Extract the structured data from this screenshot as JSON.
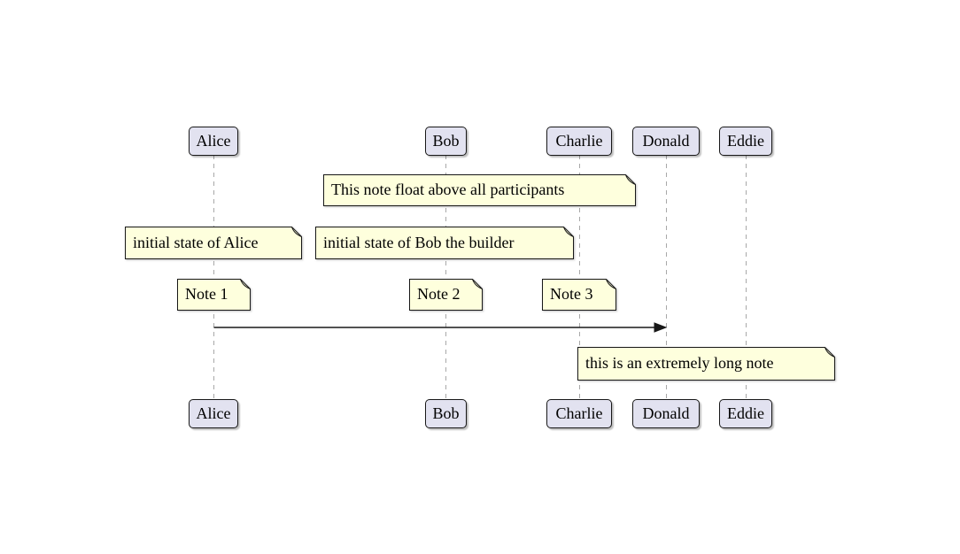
{
  "diagram": {
    "kind": "sequence-diagram",
    "participants": [
      {
        "name": "Alice"
      },
      {
        "name": "Bob"
      },
      {
        "name": "Charlie"
      },
      {
        "name": "Donald"
      },
      {
        "name": "Eddie"
      }
    ],
    "notes": [
      {
        "text": "This note float above all participants"
      },
      {
        "text": "initial state of Alice"
      },
      {
        "text": "initial state of Bob the builder"
      },
      {
        "text": "Note 1"
      },
      {
        "text": "Note 2"
      },
      {
        "text": "Note 3"
      },
      {
        "text": "this is an extremely long note"
      }
    ],
    "messages": [
      {
        "from": "Alice",
        "to": "Donald"
      }
    ],
    "colors": {
      "background": "#FFFFFF",
      "participant_fill": "#E2E2F0",
      "participant_border": "#181818",
      "note_fill": "#FEFFDD",
      "note_border": "#181818",
      "lifeline": "#A8A8A8",
      "arrow": "#181818"
    }
  }
}
